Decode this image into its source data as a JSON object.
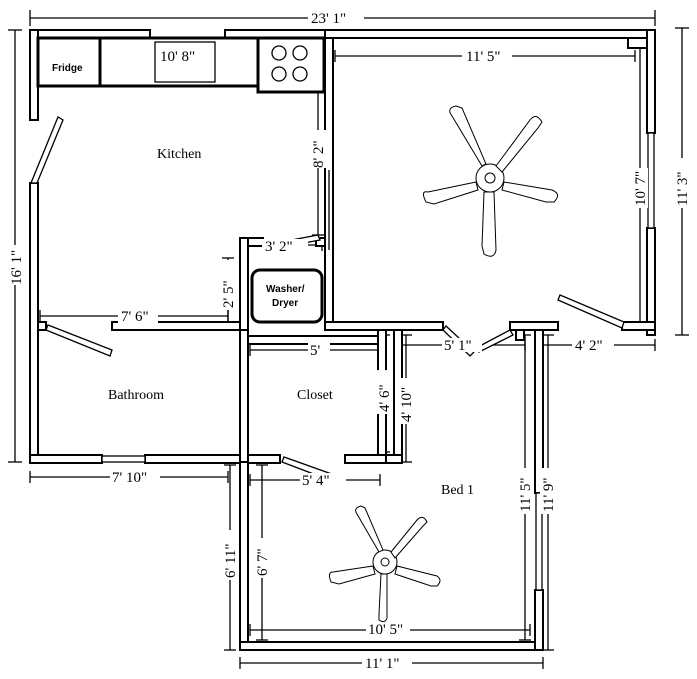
{
  "rooms": {
    "kitchen": "Kitchen",
    "bathroom": "Bathroom",
    "closet": "Closet",
    "bed1": "Bed 1"
  },
  "fixtures": {
    "fridge": "Fridge",
    "washer_line1": "Washer/",
    "washer_line2": "Dryer"
  },
  "dimensions": {
    "overall_width": "23' 1\"",
    "overall_height": "16' 1\"",
    "counter": "10' 8\"",
    "living_width": "11' 5\"",
    "living_height_inner": "10' 7\"",
    "living_height_outer": "11' 3\"",
    "kitchen_wall": "8' 2\"",
    "laundry_width": "3' 2\"",
    "laundry_height": "2' 5\"",
    "kitchen_lower": "7' 6\"",
    "hall_width": "5'",
    "hall_opening": "5' 1\"",
    "entry_width": "4' 2\"",
    "closet_height": "4' 6\"",
    "hall_height": "4' 10\"",
    "bath_width": "7' 10\"",
    "closet_width": "5' 4\"",
    "bed_height_inner": "11' 5\"",
    "bed_height_outer": "11' 9\"",
    "bed_left_outer": "6' 11\"",
    "bed_left_inner": "6' 7\"",
    "bed_width_inner": "10' 5\"",
    "bed_width_outer": "11' 1\""
  }
}
